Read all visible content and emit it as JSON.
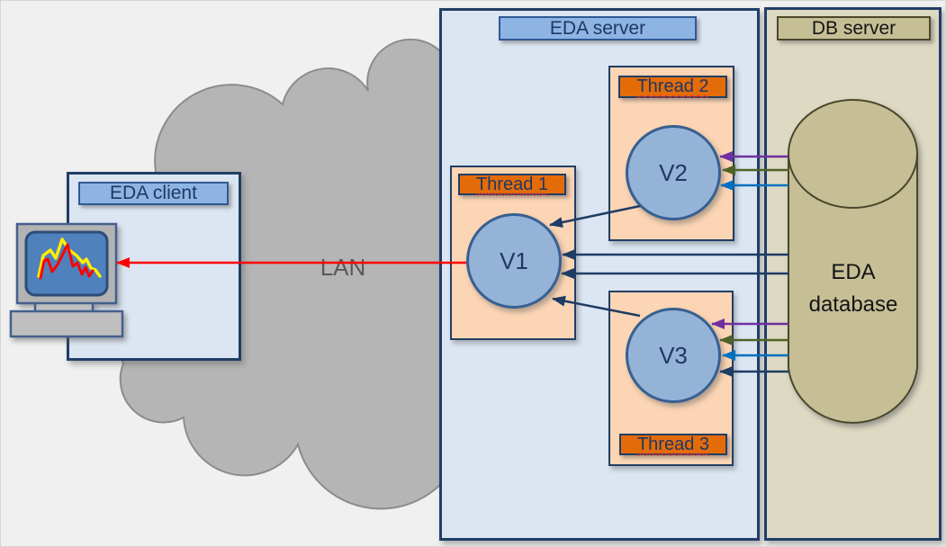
{
  "title": "EDA client-server architecture diagram",
  "background": "#f0f0f0",
  "lan": {
    "label": "LAN"
  },
  "client": {
    "title": "EDA client"
  },
  "server": {
    "title": "EDA server",
    "threads": [
      {
        "label": "Thread 1",
        "node": "V1"
      },
      {
        "label": "Thread 2",
        "node": "V2"
      },
      {
        "label": "Thread 3",
        "node": "V3"
      }
    ]
  },
  "db": {
    "title": "DB server",
    "database_name": [
      "EDA",
      "database"
    ]
  },
  "colors": {
    "arrow_red": "#ff0000",
    "arrow_navy": "#1f3c64",
    "arrow_purple": "#7030a0",
    "arrow_olive": "#4f6228",
    "arrow_blue": "#0070c0",
    "cloud_fill": "#b5b5b5",
    "cloud_border": "#8c8c8c",
    "blue_box_fill": "#dce6f2",
    "db_box_fill": "#ddd9c3",
    "thread_box_fill": "#fcd5b4",
    "thread_label_fill": "#e36c09",
    "node_fill": "#95b3d7",
    "label_fill": "#8eb4e3",
    "cylinder_fill": "#c6bf96",
    "navy_border": "#203e66"
  }
}
